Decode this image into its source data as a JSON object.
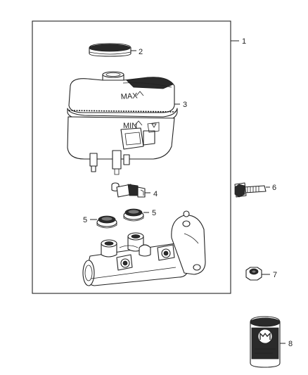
{
  "callouts": {
    "c1": "1",
    "c2": "2",
    "c3": "3",
    "c4": "4",
    "c5a": "5",
    "c5b": "5",
    "c6": "6",
    "c7": "7",
    "c8": "8"
  },
  "reservoir_markings": {
    "max": "MAX",
    "min": "MIN"
  }
}
